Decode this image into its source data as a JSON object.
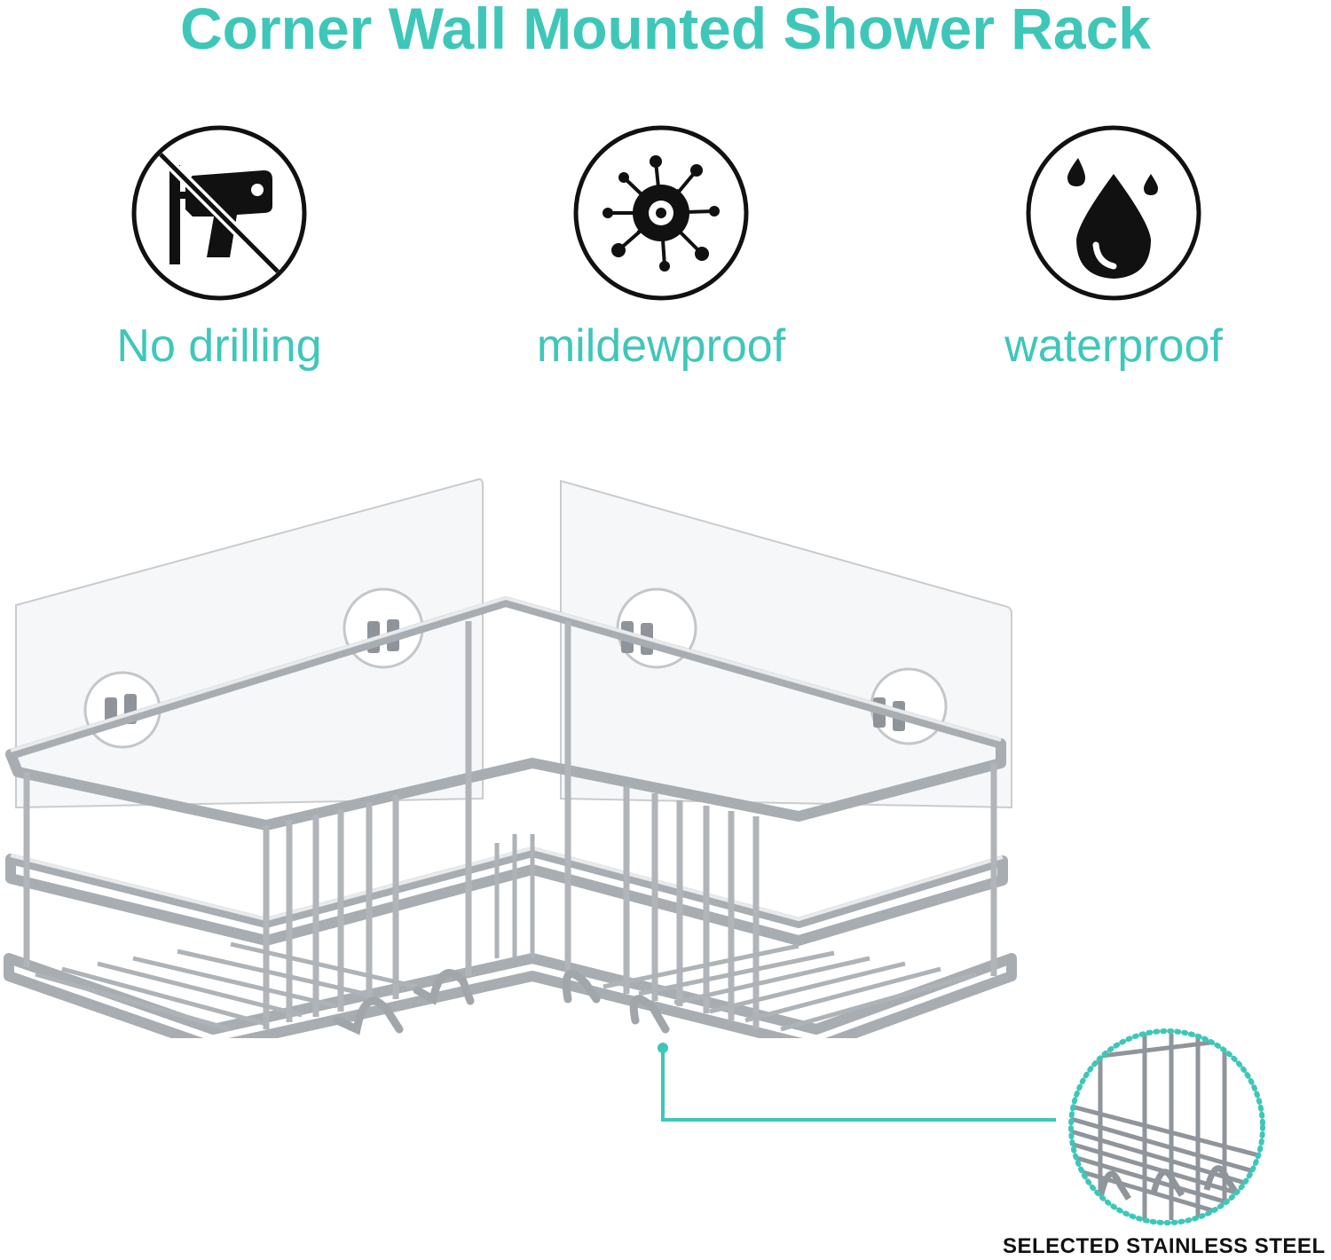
{
  "title": "Corner Wall Mounted Shower Rack",
  "features": [
    {
      "label": "No drilling",
      "icon": "no-drilling-icon"
    },
    {
      "label": "mildewproof",
      "icon": "mildew-icon"
    },
    {
      "label": "waterproof",
      "icon": "water-drop-icon"
    }
  ],
  "detail_caption": "SELECTED STAINLESS STEEL",
  "colors": {
    "accent": "#3ec7b9",
    "icon": "#111111",
    "steel": "#b9bdc2"
  }
}
